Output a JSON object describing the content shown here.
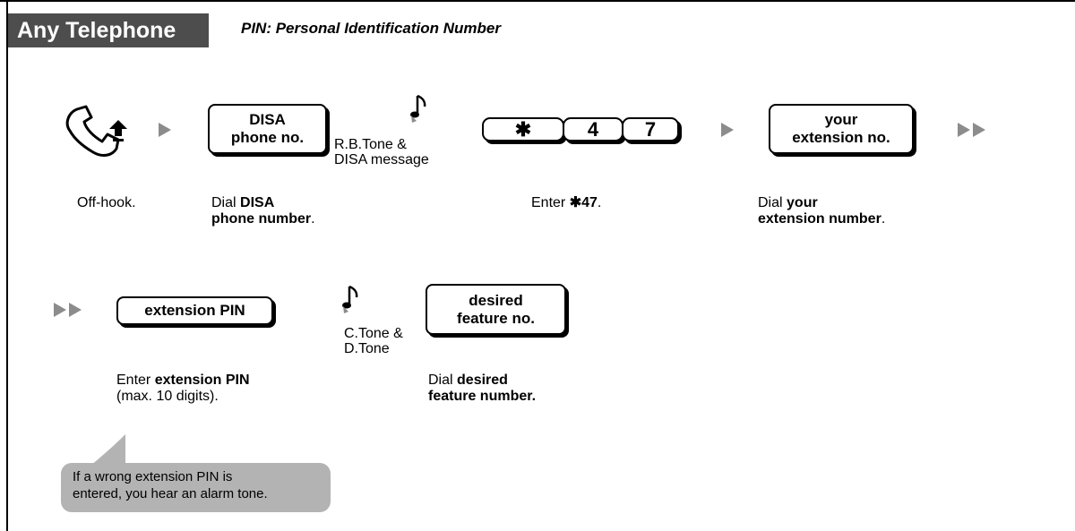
{
  "header": {
    "title": "Any Telephone",
    "subtitle": "PIN: Personal Identification Number"
  },
  "row1": {
    "step1": {
      "icon": "off-hook-handset-icon",
      "caption": "Off-hook."
    },
    "step2": {
      "box_line1": "DISA",
      "box_line2": "phone no.",
      "caption_pre": "Dial ",
      "caption_bold1": "DISA",
      "caption_bold2": "phone number",
      "caption_post": "."
    },
    "tone1": {
      "icon": "music-note-icon",
      "line1": "R.B.Tone &",
      "line2": "DISA message"
    },
    "step3": {
      "keys": [
        "✱",
        "4",
        "7"
      ],
      "caption_pre": "Enter ",
      "caption_bold": "✱47",
      "caption_post": "."
    },
    "step4": {
      "box_line1": "your",
      "box_line2": "extension no.",
      "caption_pre": "Dial ",
      "caption_bold1": "your",
      "caption_bold2": "extension number",
      "caption_post": "."
    }
  },
  "row2": {
    "step5": {
      "box": "extension PIN",
      "caption_pre": "Enter ",
      "caption_bold": "extension PIN",
      "caption_line2": "(max. 10 digits)."
    },
    "tone2": {
      "icon": "music-note-icon",
      "line1": "C.Tone &",
      "line2": "D.Tone"
    },
    "step6": {
      "box_line1": "desired",
      "box_line2": "feature no.",
      "caption_pre": "Dial ",
      "caption_bold1": "desired",
      "caption_bold2": "feature number."
    }
  },
  "note": {
    "line1": "If a wrong extension PIN is",
    "line2": "entered, you hear an alarm tone."
  },
  "colors": {
    "header_bg": "#4d4d4d",
    "arrow": "#8c8c8c",
    "bubble": "#b3b3b3"
  }
}
